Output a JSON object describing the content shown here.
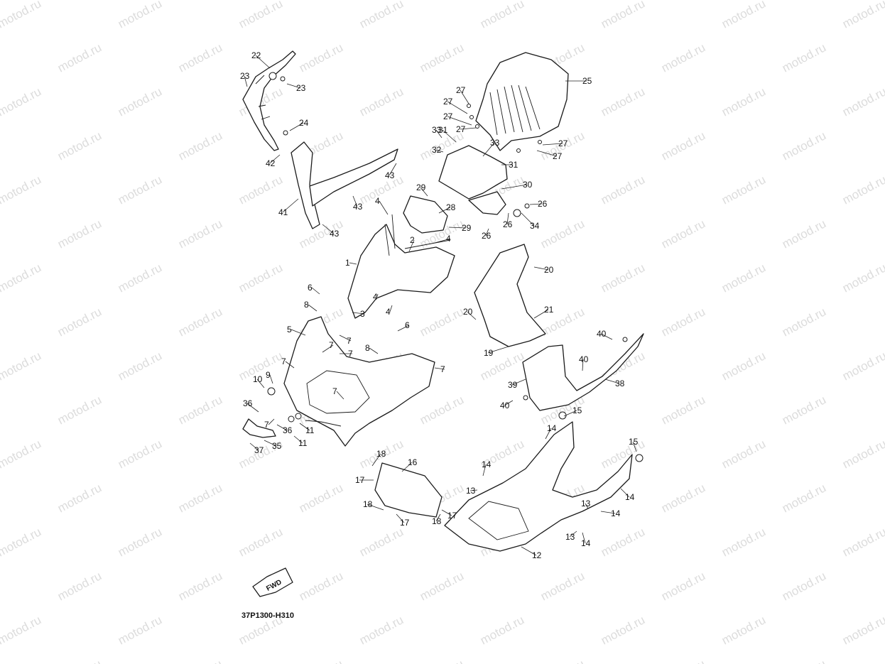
{
  "watermark": "motod.ru",
  "catalog_code": "37P1300-H310",
  "fwd_label": "FWD",
  "callouts": [
    {
      "id": "c22",
      "text": "22"
    },
    {
      "id": "c23a",
      "text": "23"
    },
    {
      "id": "c23b",
      "text": "23"
    },
    {
      "id": "c24",
      "text": "24"
    },
    {
      "id": "c42",
      "text": "42"
    },
    {
      "id": "c43a",
      "text": "43"
    },
    {
      "id": "c43b",
      "text": "43"
    },
    {
      "id": "c43c",
      "text": "43"
    },
    {
      "id": "c41",
      "text": "41"
    },
    {
      "id": "c25",
      "text": "25"
    },
    {
      "id": "c27a",
      "text": "27"
    },
    {
      "id": "c27b",
      "text": "27"
    },
    {
      "id": "c27c",
      "text": "27"
    },
    {
      "id": "c27d",
      "text": "27"
    },
    {
      "id": "c27e",
      "text": "27"
    },
    {
      "id": "c27f",
      "text": "27"
    },
    {
      "id": "c33a",
      "text": "33"
    },
    {
      "id": "c33b",
      "text": "33"
    },
    {
      "id": "c31a",
      "text": "31"
    },
    {
      "id": "c31b",
      "text": "31"
    },
    {
      "id": "c32",
      "text": "32"
    },
    {
      "id": "c30",
      "text": "30"
    },
    {
      "id": "c26a",
      "text": "26"
    },
    {
      "id": "c26b",
      "text": "26"
    },
    {
      "id": "c26c",
      "text": "26"
    },
    {
      "id": "c34",
      "text": "34"
    },
    {
      "id": "c29a",
      "text": "29"
    },
    {
      "id": "c29b",
      "text": "29"
    },
    {
      "id": "c28",
      "text": "28"
    },
    {
      "id": "c4a",
      "text": "4"
    },
    {
      "id": "c4b",
      "text": "4"
    },
    {
      "id": "c4c",
      "text": "4"
    },
    {
      "id": "c4d",
      "text": "4"
    },
    {
      "id": "c2",
      "text": "2"
    },
    {
      "id": "c1",
      "text": "1"
    },
    {
      "id": "c3",
      "text": "3"
    },
    {
      "id": "c6a",
      "text": "6"
    },
    {
      "id": "c6b",
      "text": "6"
    },
    {
      "id": "c8a",
      "text": "8"
    },
    {
      "id": "c8b",
      "text": "8"
    },
    {
      "id": "c5",
      "text": "5"
    },
    {
      "id": "c7a",
      "text": "7"
    },
    {
      "id": "c7b",
      "text": "7"
    },
    {
      "id": "c7c",
      "text": "7"
    },
    {
      "id": "c7d",
      "text": "7"
    },
    {
      "id": "c7e",
      "text": "7"
    },
    {
      "id": "c7f",
      "text": "7"
    },
    {
      "id": "c7g",
      "text": "7"
    },
    {
      "id": "c10",
      "text": "10"
    },
    {
      "id": "c9",
      "text": "9"
    },
    {
      "id": "c36a",
      "text": "36"
    },
    {
      "id": "c36b",
      "text": "36"
    },
    {
      "id": "c11a",
      "text": "11"
    },
    {
      "id": "c11b",
      "text": "11"
    },
    {
      "id": "c37",
      "text": "37"
    },
    {
      "id": "c35",
      "text": "35"
    },
    {
      "id": "c20a",
      "text": "20"
    },
    {
      "id": "c20b",
      "text": "20"
    },
    {
      "id": "c21",
      "text": "21"
    },
    {
      "id": "c19",
      "text": "19"
    },
    {
      "id": "c40a",
      "text": "40"
    },
    {
      "id": "c40b",
      "text": "40"
    },
    {
      "id": "c40c",
      "text": "40"
    },
    {
      "id": "c39",
      "text": "39"
    },
    {
      "id": "c38",
      "text": "38"
    },
    {
      "id": "c15a",
      "text": "15"
    },
    {
      "id": "c15b",
      "text": "15"
    },
    {
      "id": "c14a",
      "text": "14"
    },
    {
      "id": "c14b",
      "text": "14"
    },
    {
      "id": "c14c",
      "text": "14"
    },
    {
      "id": "c14d",
      "text": "14"
    },
    {
      "id": "c14e",
      "text": "14"
    },
    {
      "id": "c13a",
      "text": "13"
    },
    {
      "id": "c13b",
      "text": "13"
    },
    {
      "id": "c13c",
      "text": "13"
    },
    {
      "id": "c12",
      "text": "12"
    },
    {
      "id": "c18a",
      "text": "18"
    },
    {
      "id": "c18b",
      "text": "18"
    },
    {
      "id": "c18c",
      "text": "18"
    },
    {
      "id": "c17a",
      "text": "17"
    },
    {
      "id": "c17b",
      "text": "17"
    },
    {
      "id": "c17c",
      "text": "17"
    },
    {
      "id": "c16",
      "text": "16"
    }
  ]
}
